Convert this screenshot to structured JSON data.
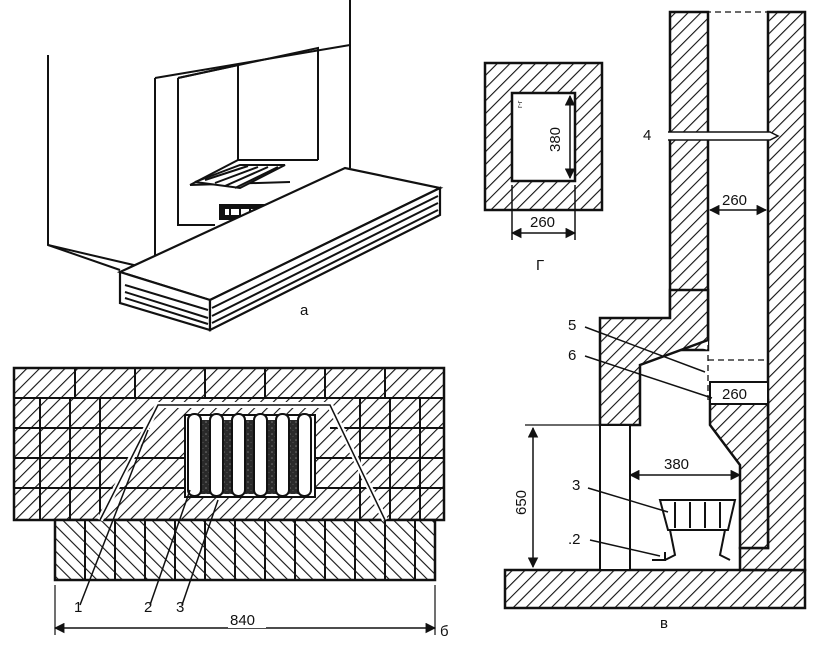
{
  "views": {
    "a": {
      "caption": "а"
    },
    "b": {
      "caption": "б",
      "width_dim": "840",
      "callouts": [
        "1",
        "2",
        "3"
      ]
    },
    "v": {
      "caption": "в",
      "dims": {
        "flue_width": "260",
        "insert_width": "260",
        "firebox_depth": "380",
        "firebox_height": "650"
      },
      "callouts": [
        "4",
        "5",
        "6",
        "3",
        ".2"
      ]
    },
    "g": {
      "caption": "Г",
      "dims": {
        "height": "380",
        "width": "260"
      },
      "small_text": "г-г"
    }
  },
  "colors": {
    "ink": "#111111",
    "paper": "#ffffff",
    "grate_fill": "#2a2a2a"
  }
}
